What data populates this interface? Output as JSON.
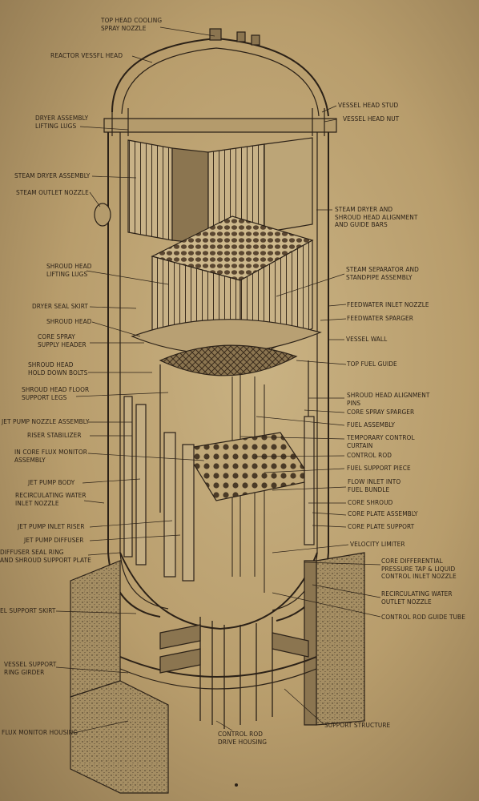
{
  "labels": {
    "top_head_cooling": "TOP HEAD COOLING\nSPRAY NOZZLE",
    "reactor_vessel_head": "REACTOR VESSFL HEAD",
    "vessel_head_stud": "VESSEL HEAD STUD",
    "vessel_head_nut": "VESSEL HEAD NUT",
    "dryer_lifting_lugs": "DRYER ASSEMBLY\nLIFTING LUGS",
    "steam_dryer_assembly": "STEAM DRYER ASSEMBLY",
    "steam_outlet_nozzle": "STEAM OUTLET NOZZLE",
    "dryer_guide_bars": "STEAM DRYER AND\nSHROUD HEAD ALIGNMENT\nAND GUIDE BARS",
    "shroud_head_lugs": "SHROUD HEAD\nLIFTING LUGS",
    "steam_separator": "STEAM SEPARATOR AND\nSTANDPIPE ASSEMBLY",
    "dryer_seal_skirt": "DRYER SEAL SKIRT",
    "feedwater_inlet": "FEEDWATER INLET NOZZLE",
    "shroud_head": "SHROUD HEAD",
    "feedwater_sparger": "FEEDWATER SPARGER",
    "core_spray_header": "CORE SPRAY\nSUPPLY HEADER",
    "vessel_wall": "VESSEL WALL",
    "shroud_hold_down": "SHROUD HEAD\nHOLD DOWN BOLTS",
    "top_fuel_guide": "TOP FUEL GUIDE",
    "shroud_floor_legs": "SHROUD HEAD FLOOR\nSUPPORT LEGS",
    "shroud_alignment_pins": "SHROUD HEAD ALIGNMENT\nPINS",
    "core_spray_sparger": "CORE SPRAY SPARGER",
    "jet_pump_nozzle": "JET PUMP NOZZLE ASSEMBLY",
    "fuel_assembly": "FUEL ASSEMBLY",
    "riser_stabilizer": "RISER STABILIZER",
    "temp_control_curtain": "TEMPORARY CONTROL\nCURTAIN",
    "in_core_flux": "IN CORE FLUX MONITOR\nASSEMBLY",
    "control_rod": "CONTROL ROD",
    "fuel_support_piece": "FUEL SUPPORT PIECE",
    "jet_pump_body": "JET PUMP BODY",
    "flow_inlet": "FLOW INLET INTO\nFUEL BUNDLE",
    "recirc_inlet": "RECIRCULATING WATER\nINLET NOZZLE",
    "core_shroud": "CORE SHROUD",
    "core_plate_assembly": "CORE PLATE ASSEMBLY",
    "jet_pump_inlet_riser": "JET PUMP INLET RISER",
    "core_plate_support": "CORE PLATE SUPPORT",
    "jet_pump_diffuser": "JET PUMP DIFFUSER",
    "velocity_limiter": "VELOCITY LIMITER",
    "diffuser_seal": "DIFFUSER SEAL RING\nAND SHROUD SUPPORT PLATE",
    "core_diff_pressure": "CORE DIFFERENTIAL\nPRESSURE TAP & LIQUID\nCONTROL INLET NOZZLE",
    "recirc_outlet": "RECIRCULATING WATER\nOUTLET NOZZLE",
    "support_skirt": "EL SUPPORT SKIRT",
    "control_rod_guide": "CONTROL ROD GUIDE TUBE",
    "vessel_support_ring": "VESSEL SUPPORT\nRING GIRDER",
    "support_structure": "SUPPORT STRUCTURE",
    "flux_monitor_housing": "FLUX MONITOR HOUSING",
    "control_rod_drive": "CONTROL ROD\nDRIVE HOUSING"
  },
  "colors": {
    "paper": "#c3aa7a",
    "ink": "#2b2117",
    "concrete": "#a58e63"
  }
}
